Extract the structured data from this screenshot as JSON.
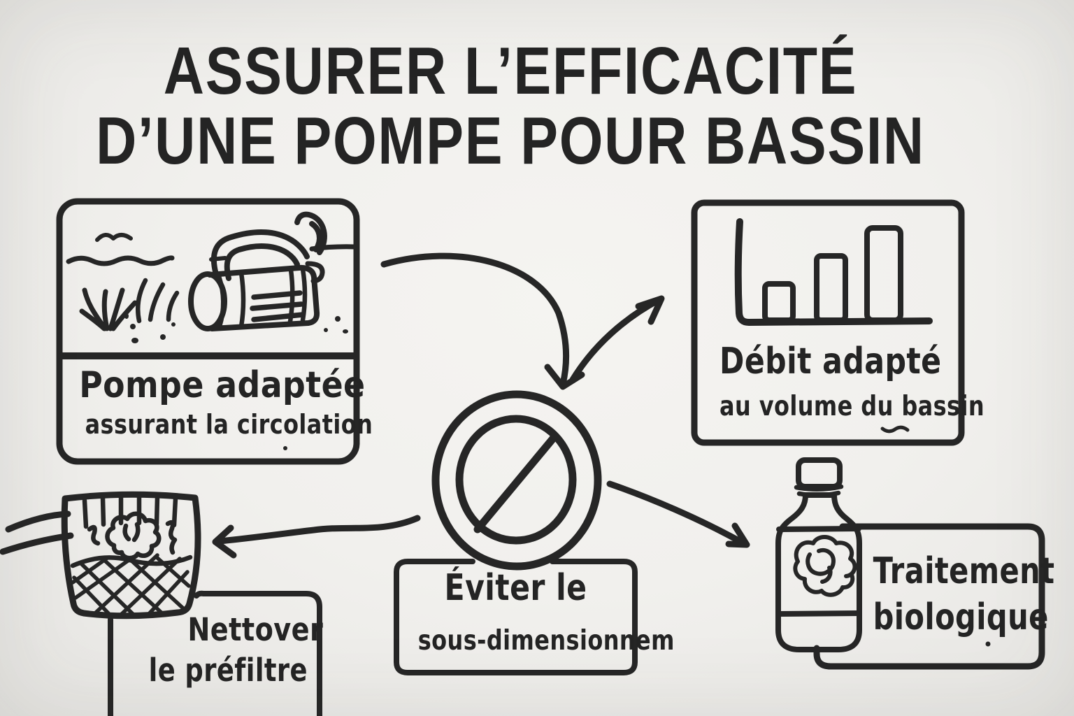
{
  "title": {
    "line1": "ASSURER L’EFFICACITÉ",
    "line2": "D’UNE POMPE POUR BASSIN"
  },
  "cards": {
    "pump": {
      "caption_line1": "Pompe adaptée",
      "caption_line2": "assurant la circolation",
      "illustration": "pond-pump-sketch"
    },
    "flow": {
      "caption_line1": "Débit adapté",
      "caption_line2": "au volume du bassin",
      "illustration": "bar-chart-sketch"
    },
    "avoid": {
      "caption_line1": "Éviter le",
      "caption_line2": "sous-dimensionnem"
    },
    "prefilter": {
      "caption_line1": "Nettover",
      "caption_line2": "le préfiltre",
      "illustration": "filter-basket-sketch"
    },
    "treatment": {
      "caption_line1": "Traitement",
      "caption_line2": "biologique",
      "illustration": "treatment-bottle-sketch"
    }
  },
  "symbols": {
    "center": "prohibition-no-entry-circle",
    "arrows": [
      "pump-to-center",
      "center-to-flow",
      "center-to-prefilter",
      "center-to-treatment"
    ]
  },
  "colors": {
    "ink": "#262626",
    "paper": "#f2f1ee"
  }
}
